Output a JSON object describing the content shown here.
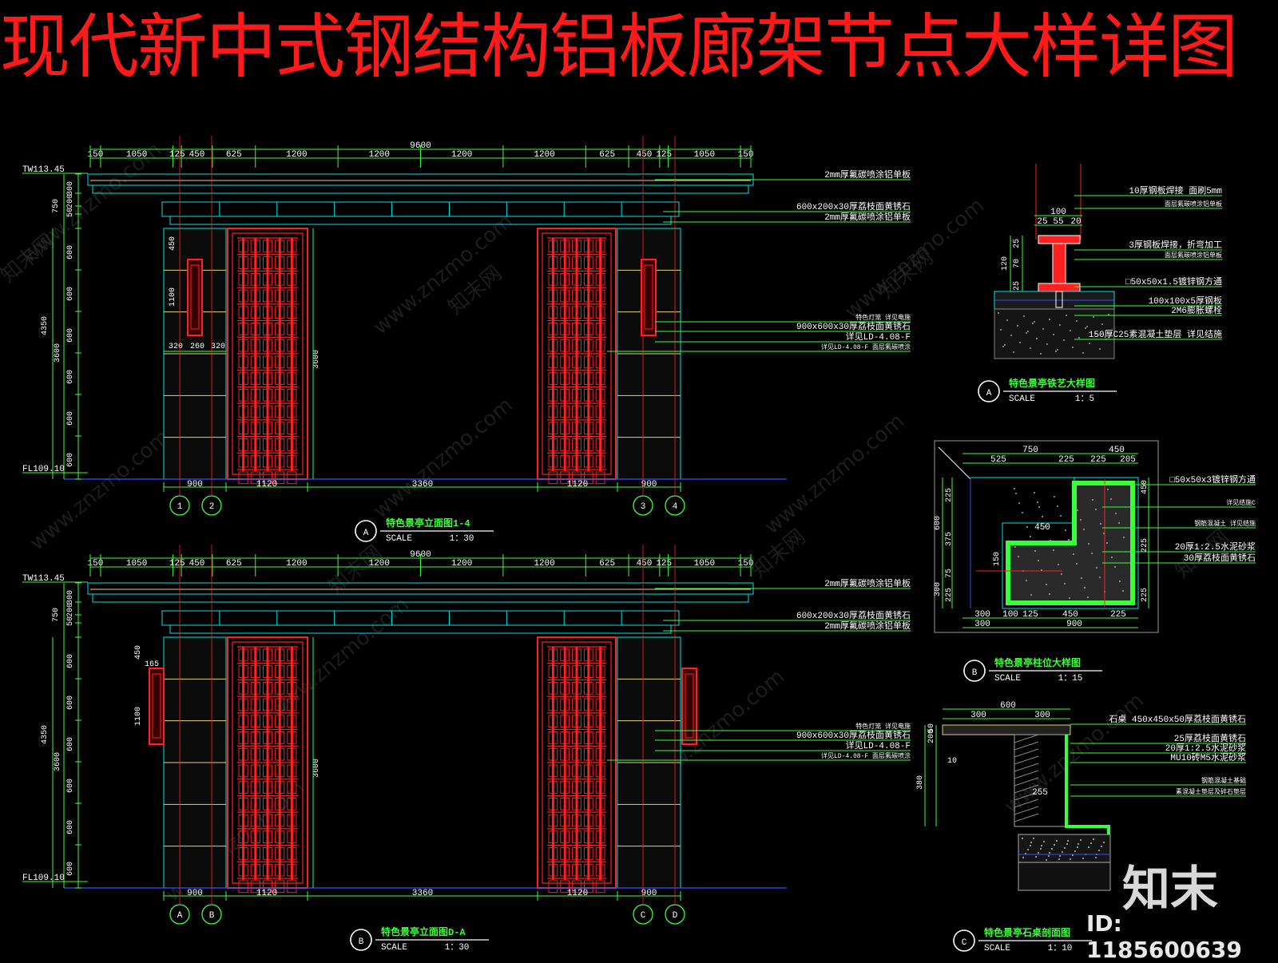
{
  "title": "现代新中式钢结构铝板廊架节点大样详图",
  "watermark": {
    "site": "www.znzmo.com",
    "brand": "知末网",
    "logo": "知末",
    "id_text": "ID: 1185600639"
  },
  "colors": {
    "title": "#ff1a1a",
    "cad_green": "#39ff39",
    "cad_red": "#ff2020",
    "cad_cyan": "#00e5e5",
    "cad_yellow": "#e6d36a",
    "cad_blue": "#3050ff"
  },
  "elevation1": {
    "label": "特色景亭立面图1-4",
    "tag": "A",
    "scale_label": "SCALE",
    "scale": "1：30",
    "level_top": "TW113.45",
    "level_bottom": "FL109.10",
    "top_dims": [
      "150",
      "1050",
      "125",
      "450",
      "625",
      "1200",
      "1200",
      "1200",
      "1200",
      "625",
      "450",
      "125",
      "1050",
      "150"
    ],
    "overall": "9600",
    "left_dims": [
      "300",
      "200",
      "50",
      "750",
      "600",
      "600",
      "600",
      "600",
      "600",
      "600",
      "4350",
      "3600"
    ],
    "bottom_dims": [
      "900",
      "1120",
      "3360",
      "1120",
      "900"
    ],
    "inner_dims": [
      "450",
      "1100",
      "320",
      "260",
      "320",
      "3600"
    ],
    "axes": [
      "1",
      "2",
      "3",
      "4"
    ],
    "notes": [
      "2mm厚氟碳喷涂铝单板",
      "600x200x30厚荔枝面黄锈石",
      "2mm厚氟碳喷涂铝单板",
      "特色灯笼 详见电施",
      "900x600x30厚荔枝面黄锈石",
      "详见LD-4.08-F",
      "详见LD-4.08-F 面层氟碳喷涂"
    ]
  },
  "elevation2": {
    "label": "特色景亭立面图D-A",
    "tag": "B",
    "scale_label": "SCALE",
    "scale": "1：30",
    "level_top": "TW113.45",
    "level_bottom": "FL109.10",
    "top_dims": [
      "150",
      "1050",
      "125",
      "450",
      "625",
      "1200",
      "1200",
      "1200",
      "1200",
      "625",
      "450",
      "125",
      "1050",
      "150"
    ],
    "overall": "9600",
    "left_dims": [
      "300",
      "200",
      "50",
      "750",
      "600",
      "600",
      "600",
      "600",
      "600",
      "600",
      "4350",
      "3600"
    ],
    "bottom_dims": [
      "900",
      "1120",
      "3360",
      "1120",
      "900"
    ],
    "inner_dims": [
      "450",
      "165",
      "1100",
      "3600"
    ],
    "axes": [
      "A",
      "B",
      "C",
      "D"
    ],
    "notes": [
      "2mm厚氟碳喷涂铝单板",
      "600x200x30厚荔枝面黄锈石",
      "2mm厚氟碳喷涂铝单板",
      "特色灯笼 详见电施",
      "900x600x30厚荔枝面黄锈石",
      "详见LD-4.08-F",
      "详见LD-4.08-F 面层氟碳喷涂"
    ]
  },
  "detailA": {
    "label": "特色景亭铁艺大样图",
    "tag": "A",
    "scale_label": "SCALE",
    "scale": "1：5",
    "dims": [
      "100",
      "25",
      "55",
      "20",
      "25",
      "70",
      "25",
      "120"
    ],
    "notes": [
      "10厚钢板焊接 面刷5mm",
      "面层氟碳喷涂铝单板",
      "3厚钢板焊接，折弯加工",
      "面层氟碳喷涂铝单板",
      "□50x50x1.5镀锌钢方通",
      "100x100x5厚钢板",
      "2M6膨胀螺栓",
      "150厚C25素混凝土垫层 详见结施"
    ]
  },
  "detailB": {
    "label": "特色景亭柱位大样图",
    "tag": "B",
    "scale_label": "SCALE",
    "scale": "1：15",
    "dims": [
      "750",
      "450",
      "525",
      "225",
      "225",
      "205",
      "450",
      "300",
      "100",
      "125",
      "450",
      "225",
      "300",
      "900",
      "600",
      "225",
      "375",
      "75",
      "225",
      "300",
      "150",
      "450",
      "225",
      "225"
    ],
    "notes": [
      "□50x50x3镀锌钢方通",
      "详见结施C",
      "钢筋混凝土 详见结施",
      "20厚1:2.5水泥砂浆",
      "30厚荔枝面黄锈石"
    ]
  },
  "detailC": {
    "label": "特色景亭石桌剖面图",
    "tag": "C",
    "scale_label": "SCALE",
    "scale": "1：10",
    "dims": [
      "600",
      "300",
      "300",
      "50",
      "200",
      "10",
      "380",
      "255"
    ],
    "notes": [
      "石桌 450x450x50厚荔枝面黄锈石",
      "25厚荔枝面黄锈石",
      "20厚1:2.5水泥砂浆",
      "MU10砖M5水泥砂浆",
      "钢筋混凝土基础",
      "素混凝土垫层及碎石垫层"
    ]
  }
}
